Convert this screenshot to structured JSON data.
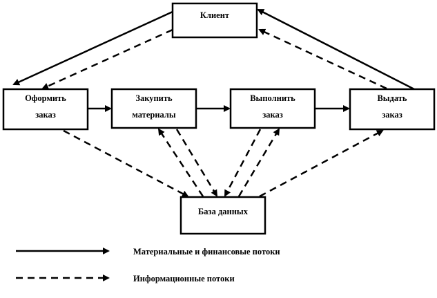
{
  "nodes": {
    "client": [
      "Клиент"
    ],
    "make_order": [
      "Оформить",
      "заказ"
    ],
    "buy_materials": [
      "Закупить",
      "материалы"
    ],
    "fulfill_order": [
      "Выполнить",
      "заказ"
    ],
    "deliver_order": [
      "Выдать",
      "заказ"
    ],
    "database": [
      "База данных"
    ]
  },
  "legend": {
    "material_flows": "Материальные и финансовые потоки",
    "info_flows": "Информационные потоки"
  }
}
